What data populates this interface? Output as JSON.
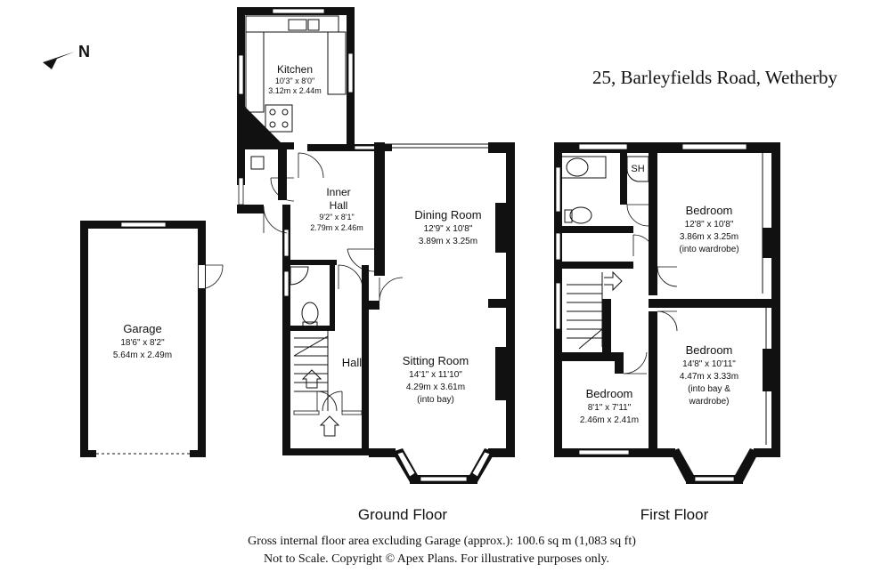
{
  "address": "25, Barleyfields Road, Wetherby",
  "compass_letter": "N",
  "rooms": {
    "kitchen": {
      "name": "Kitchen",
      "imperial": "10'3\" x 8'0\"",
      "metric": "3.12m x 2.44m"
    },
    "inner_hall": {
      "name_line1": "Inner",
      "name_line2": "Hall",
      "imperial": "9'2\" x 8'1\"",
      "metric": "2.79m x 2.46m"
    },
    "dining": {
      "name": "Dining Room",
      "imperial": "12'9\" x 10'8\"",
      "metric": "3.89m x 3.25m"
    },
    "sitting": {
      "name": "Sitting Room",
      "imperial": "14'1\" x 11'10\"",
      "metric": "4.29m x 3.61m",
      "note": "(into bay)"
    },
    "hall": {
      "name": "Hall"
    },
    "garage": {
      "name": "Garage",
      "imperial": "18'6\" x 8'2\"",
      "metric": "5.64m x 2.49m"
    },
    "shower": {
      "name": "SH"
    },
    "bedroom1": {
      "name": "Bedroom",
      "imperial": "12'8\" x 10'8\"",
      "metric": "3.86m x 3.25m",
      "note": "(into wardrobe)"
    },
    "bedroom2": {
      "name": "Bedroom",
      "imperial": "14'8\" x 10'11\"",
      "metric": "4.47m x 3.33m",
      "note1": "(into bay &",
      "note2": "wardrobe)"
    },
    "bedroom3": {
      "name": "Bedroom",
      "imperial": "8'1\" x 7'11\"",
      "metric": "2.46m x 2.41m"
    }
  },
  "floors": {
    "ground": "Ground Floor",
    "first": "First Floor"
  },
  "footer": {
    "line1": "Gross internal floor area excluding Garage (approx.): 100.6 sq m (1,083 sq ft)",
    "line2": "Not to Scale. Copyright © Apex Plans. For illustrative purposes only."
  }
}
